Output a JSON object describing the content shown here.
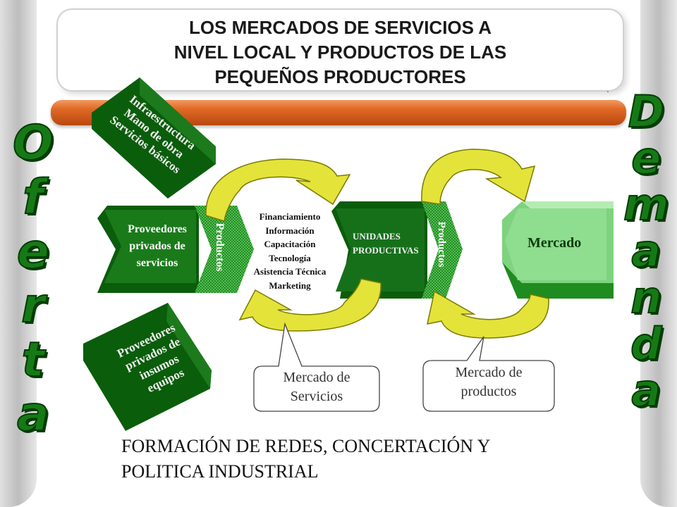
{
  "title": {
    "line1": "LOS MERCADOS DE SERVICIOS  A",
    "line2": "NIVEL LOCAL Y PRODUCTOS DE LAS",
    "line3": "PEQUEÑOS PRODUCTORES",
    "dot": "."
  },
  "side_words": {
    "oferta": [
      "O",
      "f",
      "e",
      "r",
      "t",
      "a"
    ],
    "demanda": [
      "D",
      "e",
      "m",
      "a",
      "n",
      "d",
      "a"
    ]
  },
  "infra": {
    "line1": "Infraestructura",
    "line2": "Mano de obra",
    "line3": "Servicios básicos"
  },
  "proveedores_servicios": {
    "line1": "Proveedores",
    "line2": "privados de",
    "line3": "servicios",
    "tab": "Productos"
  },
  "services_list": [
    "Financiamiento",
    "Información",
    "Capacitación",
    "Tecnología",
    "Asistencia Técnica",
    "Marketing"
  ],
  "unidades": {
    "line1": "UNIDADES",
    "line2": "PRODUCTIVAS",
    "tab": "Productos"
  },
  "mercado": {
    "label": "Mercado"
  },
  "proveedores_insumos": {
    "line1": "Proveedores",
    "line2": "privados de",
    "line3": "insumos",
    "line4": "equipos"
  },
  "callout_servicios": {
    "line1": "Mercado de",
    "line2": "Servicios"
  },
  "callout_productos": {
    "line1": "Mercado de",
    "line2": "productos"
  },
  "footer": {
    "line1": "FORMACIÓN DE REDES, CONCERTACIÓN Y",
    "line2": "POLITICA INDUSTRIAL"
  },
  "colors": {
    "dark_green": "#0a5d0a",
    "mid_green": "#2e8b2e",
    "light_green": "#8fd98f",
    "yellow": "#e6e640",
    "orange": "#e06a26"
  }
}
